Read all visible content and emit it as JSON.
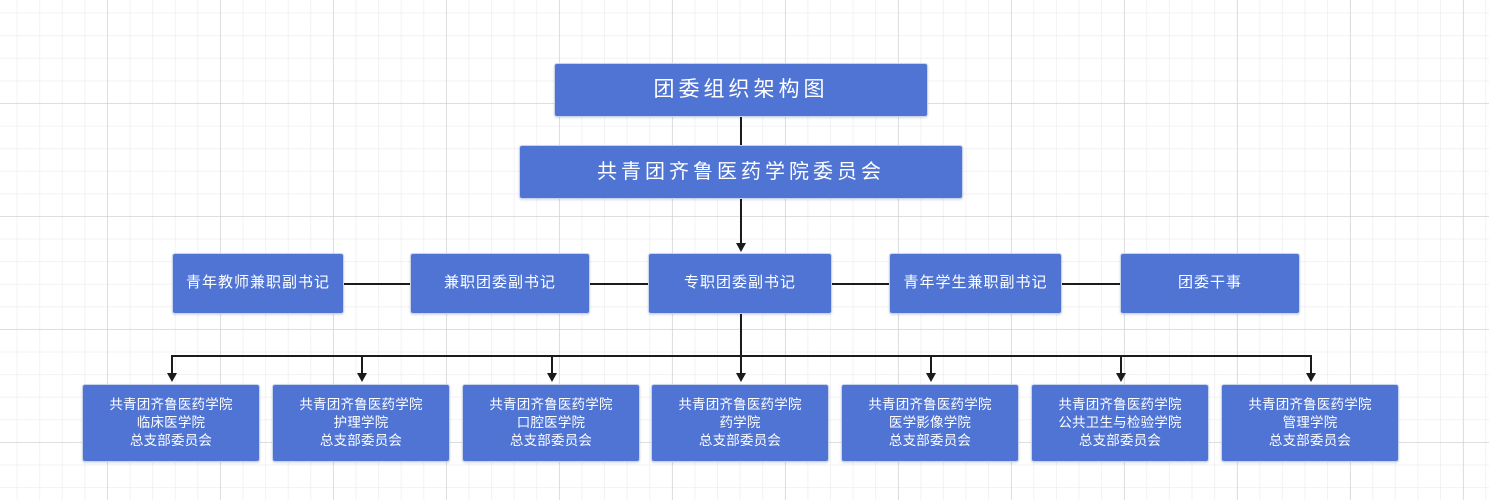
{
  "diagram": {
    "title_node": {
      "label": "团委组织架构图"
    },
    "root_node": {
      "label": "共青团齐鲁医药学院委员会"
    },
    "officer_row": [
      {
        "label": "青年教师兼职副书记"
      },
      {
        "label": "兼职团委副书记"
      },
      {
        "label": "专职团委副书记"
      },
      {
        "label": "青年学生兼职副书记"
      },
      {
        "label": "团委干事"
      }
    ],
    "branch_row": [
      {
        "line1": "共青团齐鲁医药学院",
        "line2": "临床医学院",
        "line3": "总支部委员会"
      },
      {
        "line1": "共青团齐鲁医药学院",
        "line2": "护理学院",
        "line3": "总支部委员会"
      },
      {
        "line1": "共青团齐鲁医药学院",
        "line2": "口腔医学院",
        "line3": "总支部委员会"
      },
      {
        "line1": "共青团齐鲁医药学院",
        "line2": "药学院",
        "line3": "总支部委员会"
      },
      {
        "line1": "共青团齐鲁医药学院",
        "line2": "医学影像学院",
        "line3": "总支部委员会"
      },
      {
        "line1": "共青团齐鲁医药学院",
        "line2": "公共卫生与检验学院",
        "line3": "总支部委员会"
      },
      {
        "line1": "共青团齐鲁医药学院",
        "line2": "管理学院",
        "line3": "总支部委员会"
      }
    ],
    "colors": {
      "node_fill": "#4f74d4",
      "node_text": "#ffffff",
      "connector": "#1b1b1b",
      "canvas": "#ffffff",
      "grid": "#cdcdcd"
    }
  }
}
